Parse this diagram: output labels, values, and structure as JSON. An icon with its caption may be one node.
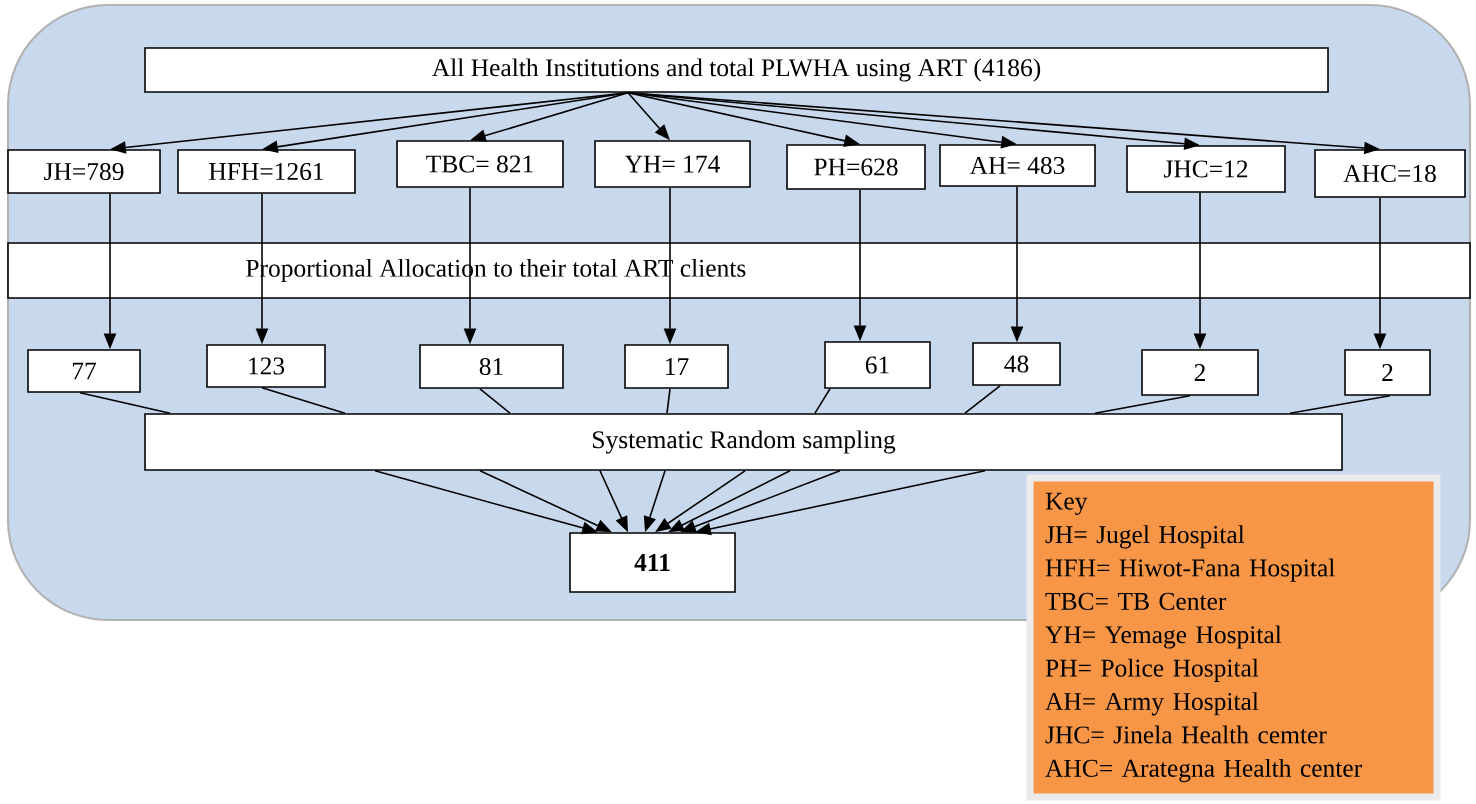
{
  "diagram": {
    "nodes": [
      {
        "text": [
          "All Health Institutions and total PLWHA using ART (4186)"
        ]
      },
      {
        "text": [
          "JH=789"
        ]
      },
      {
        "text": [
          "HFH=1261"
        ]
      },
      {
        "text": [
          "TBC= 821"
        ]
      },
      {
        "text": [
          "YH= 174"
        ]
      },
      {
        "text": [
          "PH=628"
        ]
      },
      {
        "text": [
          "AH= 483"
        ]
      },
      {
        "text": [
          "JHC=12"
        ]
      },
      {
        "text": [
          "AHC=18"
        ]
      },
      {
        "text": [
          "77"
        ]
      },
      {
        "text": [
          "123"
        ]
      },
      {
        "text": [
          "81"
        ]
      },
      {
        "text": [
          "17"
        ]
      },
      {
        "text": [
          "61"
        ]
      },
      {
        "text": [
          "48"
        ]
      },
      {
        "text": [
          "2"
        ]
      },
      {
        "text": [
          "2"
        ]
      },
      {
        "text": [
          "Systematic Random sampling"
        ]
      },
      {
        "text": [
          "411"
        ]
      },
      {
        "text": [
          "Key",
          "JH= Jugel Hospital",
          "HFH= Hiwot-Fana Hospital",
          "TBC= TB Center",
          "YH= Yemage Hospital",
          "PH= Police Hospital",
          "AH= Army Hospital",
          "JHC= Jinela Health cemter",
          "AHC= Arategna Health center"
        ]
      }
    ],
    "edges": [
      {
        "from": 0,
        "to": 1,
        "arrow": "to"
      },
      {
        "from": 0,
        "to": 2,
        "arrow": "to"
      },
      {
        "from": 0,
        "to": 3,
        "arrow": "to"
      },
      {
        "from": 0,
        "to": 4,
        "arrow": "to"
      },
      {
        "from": 0,
        "to": 5,
        "arrow": "to"
      },
      {
        "from": 0,
        "to": 6,
        "arrow": "to"
      },
      {
        "from": 0,
        "to": 7,
        "arrow": "to"
      },
      {
        "from": 0,
        "to": 8,
        "arrow": "to"
      },
      {
        "from": 1,
        "to": 9,
        "arrow": "to"
      },
      {
        "from": 2,
        "to": 10,
        "arrow": "to"
      },
      {
        "from": 3,
        "to": 11,
        "arrow": "to"
      },
      {
        "from": 4,
        "to": 12,
        "arrow": "to"
      },
      {
        "from": 5,
        "to": 13,
        "arrow": "to"
      },
      {
        "from": 6,
        "to": 14,
        "arrow": "to"
      },
      {
        "from": 7,
        "to": 15,
        "arrow": "to"
      },
      {
        "from": 8,
        "to": 16,
        "arrow": "to"
      },
      {
        "from": 9,
        "to": 17,
        "arrow": "none"
      },
      {
        "from": 10,
        "to": 17,
        "arrow": "none"
      },
      {
        "from": 11,
        "to": 17,
        "arrow": "none"
      },
      {
        "from": 12,
        "to": 17,
        "arrow": "none"
      },
      {
        "from": 13,
        "to": 17,
        "arrow": "none"
      },
      {
        "from": 14,
        "to": 17,
        "arrow": "none"
      },
      {
        "from": 15,
        "to": 17,
        "arrow": "none"
      },
      {
        "from": 16,
        "to": 17,
        "arrow": "none"
      },
      {
        "from": 17,
        "to": 18,
        "arrow": "to"
      },
      {
        "from": 17,
        "to": 18,
        "arrow": "to"
      },
      {
        "from": 17,
        "to": 18,
        "arrow": "to"
      },
      {
        "from": 17,
        "to": 18,
        "arrow": "to"
      },
      {
        "from": 17,
        "to": 18,
        "arrow": "to"
      },
      {
        "from": 17,
        "to": 18,
        "arrow": "to"
      },
      {
        "from": 17,
        "to": 18,
        "arrow": "to"
      },
      {
        "from": 17,
        "to": 18,
        "arrow": "to"
      }
    ],
    "labels": [
      "Proportional Allocation to their total ART clients"
    ]
  }
}
